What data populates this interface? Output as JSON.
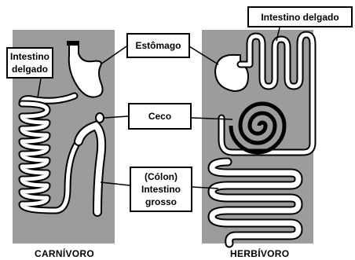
{
  "labels": {
    "estomago": "Estômago",
    "ceco": "Ceco",
    "intestino_delgado_left_1": "Intestino",
    "intestino_delgado_left_2": "delgado",
    "intestino_delgado_right": "Intestino delgado",
    "colon_1": "(Cólon)",
    "colon_2": "Intestino",
    "colon_3": "grosso"
  },
  "captions": {
    "left": "CARNÍVORO",
    "right": "HERBÍVORO"
  },
  "colors": {
    "panel": "#9c9c9c",
    "organ_fill": "#ffffff",
    "organ_stroke": "#000000"
  }
}
